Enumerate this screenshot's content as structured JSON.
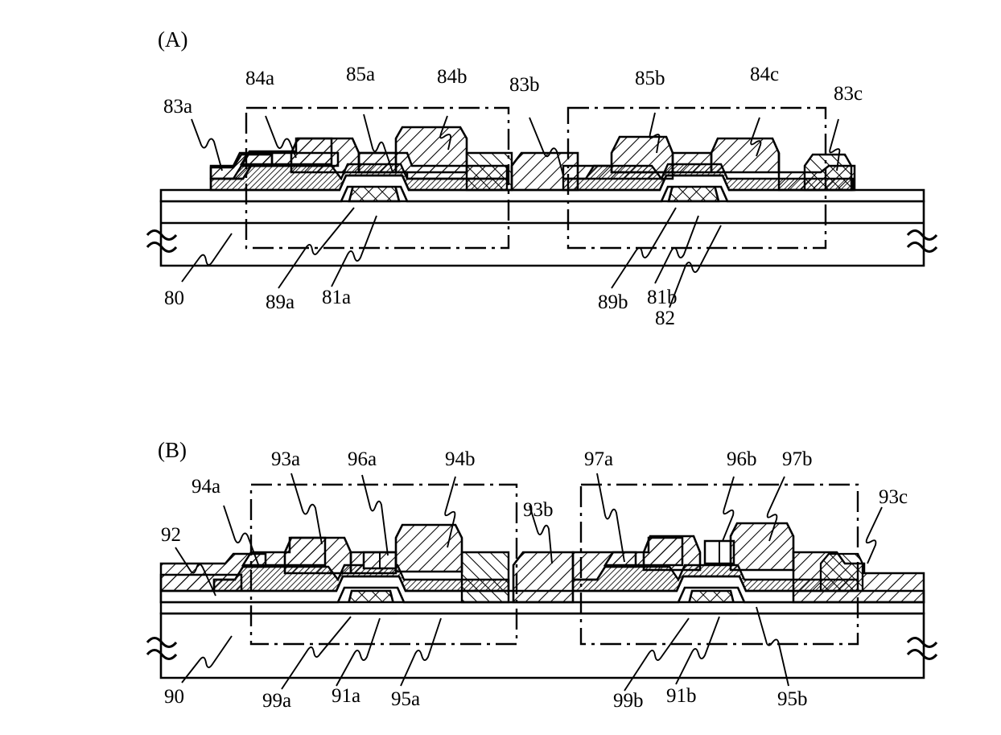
{
  "figure": {
    "type": "patent-cross-section",
    "panels": [
      {
        "id": "A",
        "label": "(A)",
        "substrate_label": "80",
        "labels_top": [
          "83a",
          "84a",
          "85a",
          "84b",
          "83b",
          "85b",
          "84c",
          "83c"
        ],
        "labels_bottom": [
          "80",
          "89a",
          "81a",
          "82",
          "89b",
          "81b"
        ]
      },
      {
        "id": "B",
        "label": "(B)",
        "substrate_label": "90",
        "labels_top": [
          "94a",
          "93a",
          "96a",
          "94b",
          "93b",
          "97a",
          "96b",
          "97b",
          "93c",
          "92"
        ],
        "labels_bottom": [
          "90",
          "99a",
          "91a",
          "95a",
          "99b",
          "91b",
          "95b"
        ]
      }
    ]
  },
  "panel_a": {
    "title": "(A)",
    "refs": {
      "r83a": "83a",
      "r84a": "84a",
      "r85a": "85a",
      "r84b": "84b",
      "r83b": "83b",
      "r85b": "85b",
      "r84c": "84c",
      "r83c": "83c",
      "r80": "80",
      "r89a": "89a",
      "r81a": "81a",
      "r82": "82",
      "r89b": "89b",
      "r81b": "81b"
    }
  },
  "panel_b": {
    "title": "(B)",
    "refs": {
      "r94a": "94a",
      "r93a": "93a",
      "r96a": "96a",
      "r94b": "94b",
      "r93b": "93b",
      "r97a": "97a",
      "r96b": "96b",
      "r97b": "97b",
      "r93c": "93c",
      "r92": "92",
      "r90": "90",
      "r99a": "99a",
      "r91a": "91a",
      "r95a": "95a",
      "r99b": "99b",
      "r91b": "91b",
      "r95b": "95b"
    }
  },
  "colors": {
    "line": "#000000",
    "background": "#ffffff",
    "hatch": "#000000"
  }
}
